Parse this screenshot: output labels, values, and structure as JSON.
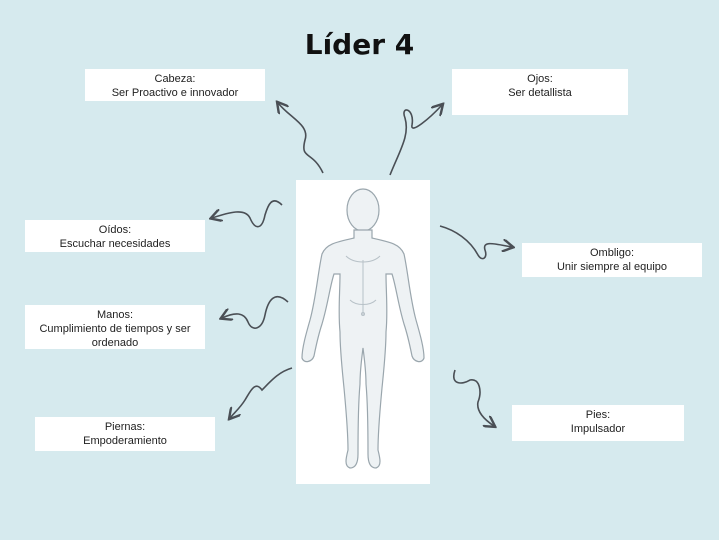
{
  "title": "Líder 4",
  "labels": {
    "cabeza": {
      "heading": "Cabeza:",
      "text": "Ser Proactivo e innovador"
    },
    "ojos": {
      "heading": "Ojos:",
      "text": "Ser detallista"
    },
    "oidos": {
      "heading": "Oídos:",
      "text": "Escuchar necesidades"
    },
    "ombligo": {
      "heading": "Ombligo:",
      "text": "Unir siempre al equipo"
    },
    "manos": {
      "heading": "Manos:",
      "text1": "Cumplimiento de tiempos y ser",
      "text2": "ordenado"
    },
    "piernas": {
      "heading": "Piernas:",
      "text": "Empoderamiento"
    },
    "pies": {
      "heading": "Pies:",
      "text": "Impulsador"
    }
  },
  "colors": {
    "background": "#d6eaee",
    "arrow": "#4a4f55",
    "body_fill": "#eef2f4",
    "body_stroke": "#9aa6ad"
  }
}
